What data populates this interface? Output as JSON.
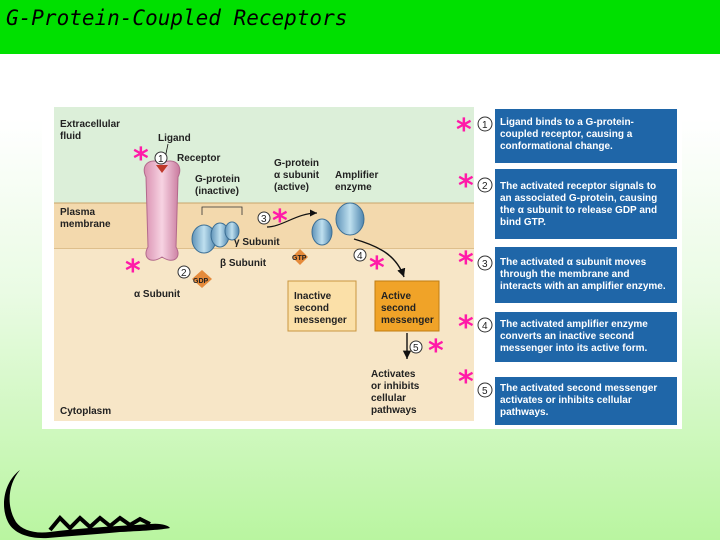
{
  "slide": {
    "title": "G-Protein-Coupled Receptors"
  },
  "figure": {
    "labels": {
      "extracellular_line1": "Extracellular",
      "extracellular_line2": "fluid",
      "ligand": "Ligand",
      "receptor": "Receptor",
      "gprotein_inactive_line1": "G-protein",
      "gprotein_inactive_line2": "(inactive)",
      "alpha_active_line1": "G-protein",
      "alpha_active_line2": "α subunit",
      "alpha_active_line3": "(active)",
      "amplifier_line1": "Amplifier",
      "amplifier_line2": "enzyme",
      "plasma_line1": "Plasma",
      "plasma_line2": "membrane",
      "gamma_subunit": "γ Subunit",
      "beta_subunit": "β Subunit",
      "alpha_subunit": "α Subunit",
      "gdp": "GDP",
      "gtp": "GTP",
      "inactive_msg_line1": "Inactive",
      "inactive_msg_line2": "second",
      "inactive_msg_line3": "messenger",
      "active_msg_line1": "Active",
      "active_msg_line2": "second",
      "active_msg_line3": "messenger",
      "result_line1": "Activates",
      "result_line2": "or inhibits",
      "result_line3": "cellular",
      "result_line4": "pathways",
      "cytoplasm": "Cytoplasm"
    },
    "steps": [
      {
        "num": "1",
        "lines": [
          "Ligand binds to a G-protein-",
          "coupled receptor, causing a",
          "conformational change."
        ]
      },
      {
        "num": "2",
        "lines": [
          "The activated receptor signals to",
          "an associated G-protein, causing",
          "the α subunit to release GDP and",
          "bind GTP."
        ]
      },
      {
        "num": "3",
        "lines": [
          "The activated α subunit moves",
          "through the membrane and",
          "interacts with an amplifier enzyme."
        ]
      },
      {
        "num": "4",
        "lines": [
          "The activated amplifier enzyme",
          "converts an inactive second",
          "messenger into its active form."
        ]
      },
      {
        "num": "5",
        "lines": [
          "The activated second messenger",
          "activates or inhibits cellular",
          "pathways."
        ]
      }
    ],
    "diagram_step_numbers": [
      "1",
      "2",
      "3",
      "4",
      "5"
    ]
  },
  "annotations": {
    "star_symbol": "*"
  },
  "colors": {
    "title_bar": "#00e000",
    "star": "#ff1aa8",
    "membrane": "#f3d9ad",
    "cytoplasm": "#f7e6c7",
    "extracellular": "#dcefd9",
    "step_box": "#1f66a8",
    "active_box": "#f0a328",
    "inactive_box": "#fbe0a8"
  }
}
